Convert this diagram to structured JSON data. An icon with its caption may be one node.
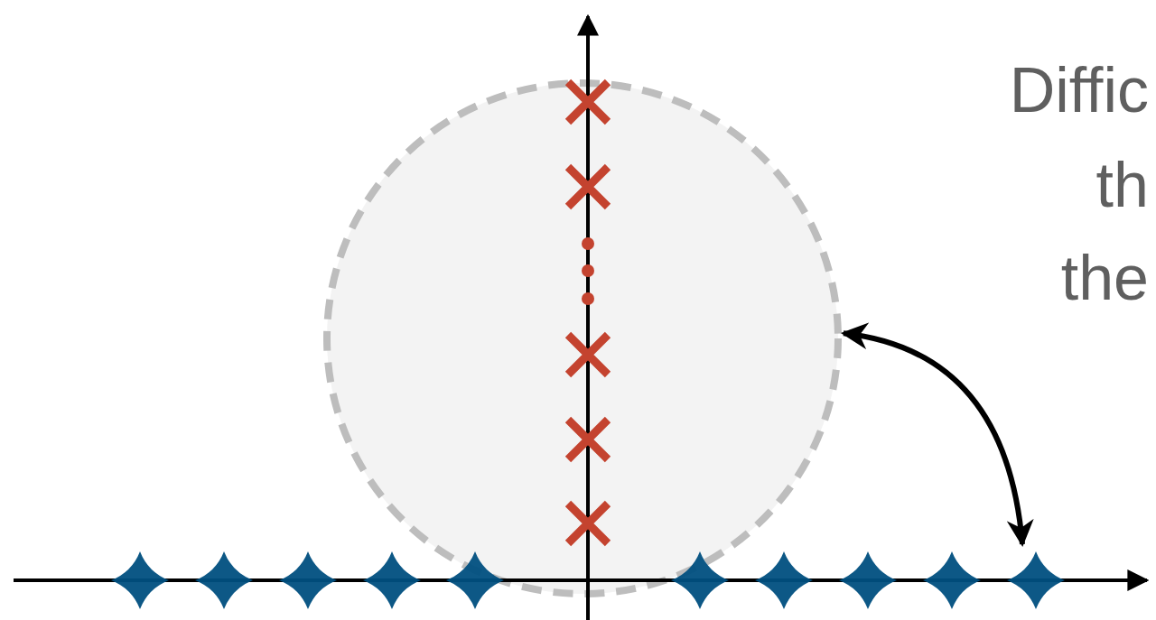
{
  "diagram": {
    "nodes": [
      {
        "text": [],
        "shape": "circle"
      },
      {
        "text": [],
        "shape": "star"
      },
      {
        "text": [],
        "shape": "star"
      },
      {
        "text": [],
        "shape": "star"
      },
      {
        "text": [],
        "shape": "star"
      },
      {
        "text": [],
        "shape": "star"
      },
      {
        "text": [],
        "shape": "star"
      },
      {
        "text": [],
        "shape": "star"
      },
      {
        "text": [],
        "shape": "star"
      },
      {
        "text": [],
        "shape": "star"
      },
      {
        "text": [],
        "shape": "star"
      }
    ],
    "edges": [
      {
        "from": 0,
        "to": 10,
        "arrow": "both"
      }
    ],
    "labels": [
      "Diffic",
      "th",
      "the"
    ]
  }
}
